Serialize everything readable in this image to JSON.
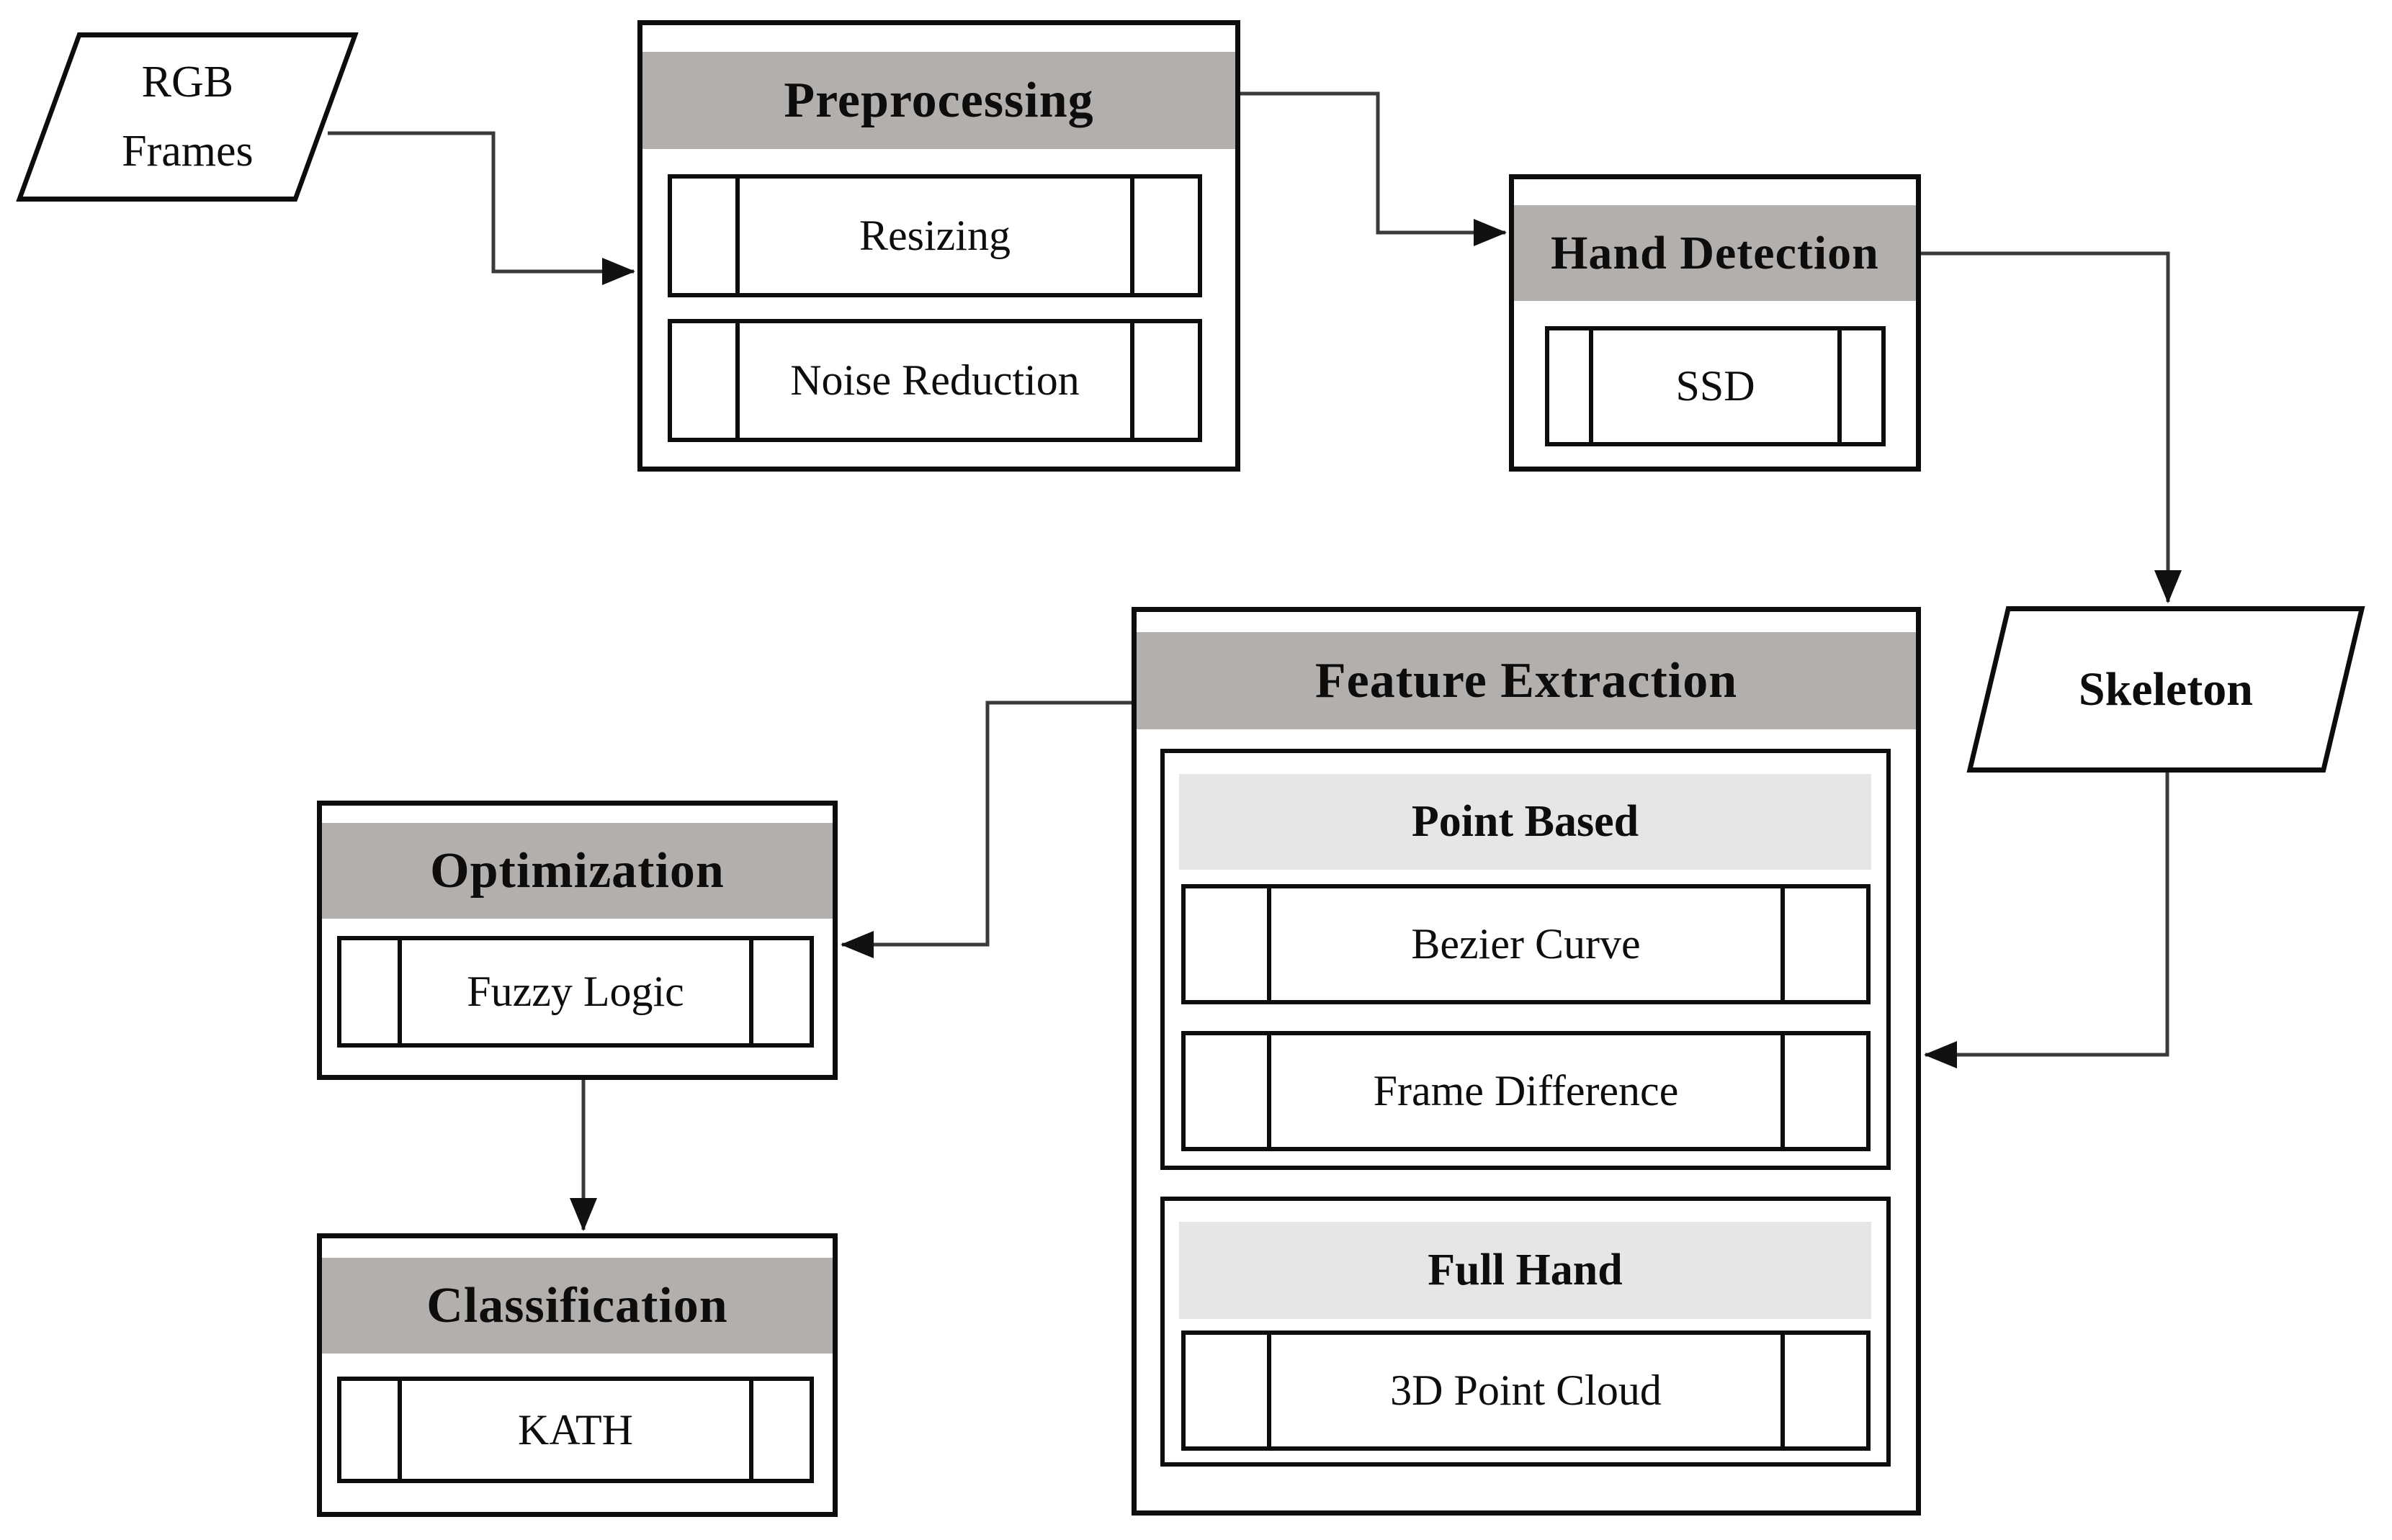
{
  "colors": {
    "header_fill": "#b3afad",
    "subheader_fill": "#e7e6e5",
    "border": "#0d0d0d",
    "connector": "#3a3a3a",
    "arrowhead": "#111111",
    "background": "#ffffff",
    "text": "#0d0d0d"
  },
  "nodes": {
    "rgb_frames": {
      "type": "data",
      "lines": [
        "RGB",
        "Frames"
      ]
    },
    "preprocessing": {
      "title": "Preprocessing",
      "steps": [
        "Resizing",
        "Noise Reduction"
      ]
    },
    "hand_detection": {
      "title": "Hand Detection",
      "steps": [
        "SSD"
      ]
    },
    "skeleton": {
      "type": "data",
      "label": "Skeleton"
    },
    "feature_extraction": {
      "title": "Feature Extraction",
      "groups": [
        {
          "title": "Point Based",
          "steps": [
            "Bezier Curve",
            "Frame Difference"
          ]
        },
        {
          "title": "Full Hand",
          "steps": [
            "3D Point Cloud"
          ]
        }
      ]
    },
    "optimization": {
      "title": "Optimization",
      "steps": [
        "Fuzzy Logic"
      ]
    },
    "classification": {
      "title": "Classification",
      "steps": [
        "KATH"
      ]
    }
  },
  "connections": [
    {
      "from": "RGB Frames",
      "to": "Preprocessing"
    },
    {
      "from": "Preprocessing",
      "to": "Hand Detection"
    },
    {
      "from": "Hand Detection",
      "to": "Skeleton"
    },
    {
      "from": "Skeleton",
      "to": "Feature Extraction"
    },
    {
      "from": "Feature Extraction",
      "to": "Optimization"
    },
    {
      "from": "Optimization",
      "to": "Classification"
    }
  ]
}
